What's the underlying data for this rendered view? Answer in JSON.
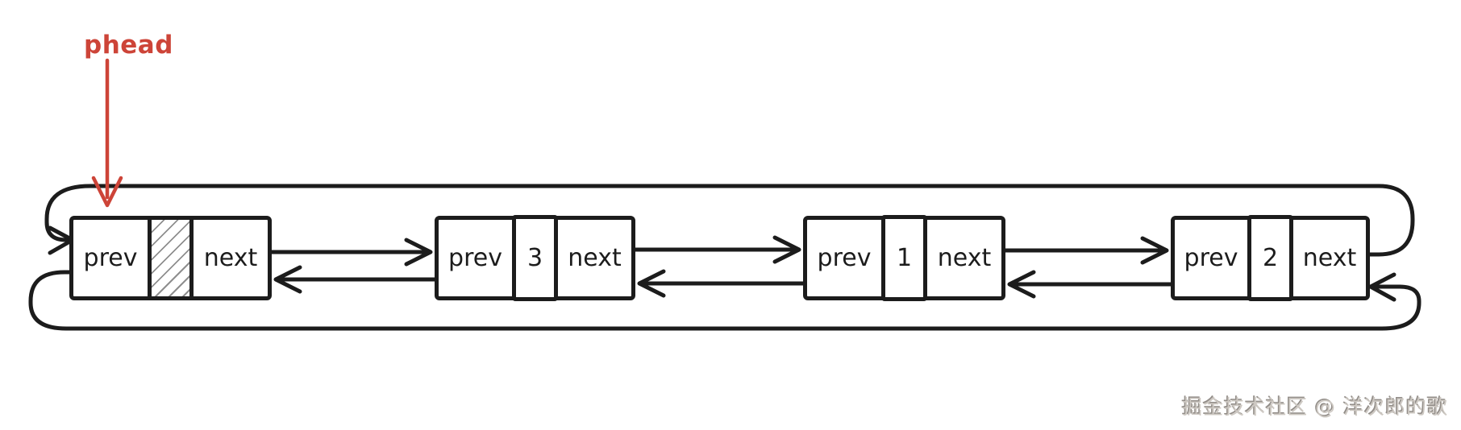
{
  "pointer": {
    "label": "phead"
  },
  "list": {
    "nodes": [
      {
        "name": "head",
        "prev_label": "prev",
        "next_label": "next",
        "value": "",
        "data_style": "hatched"
      },
      {
        "name": "node-3",
        "prev_label": "prev",
        "next_label": "next",
        "value": "3",
        "data_style": "plain"
      },
      {
        "name": "node-1",
        "prev_label": "prev",
        "next_label": "next",
        "value": "1",
        "data_style": "plain"
      },
      {
        "name": "node-2",
        "prev_label": "prev",
        "next_label": "next",
        "value": "2",
        "data_style": "plain"
      }
    ]
  },
  "watermark": {
    "text": "掘金技术社区 @ 洋次郎的歌"
  },
  "colors": {
    "pointer_red": "#cd4438",
    "line_black": "#1c1c1c",
    "hatch_gray": "#8f8f8f",
    "background": "#ffffff"
  }
}
